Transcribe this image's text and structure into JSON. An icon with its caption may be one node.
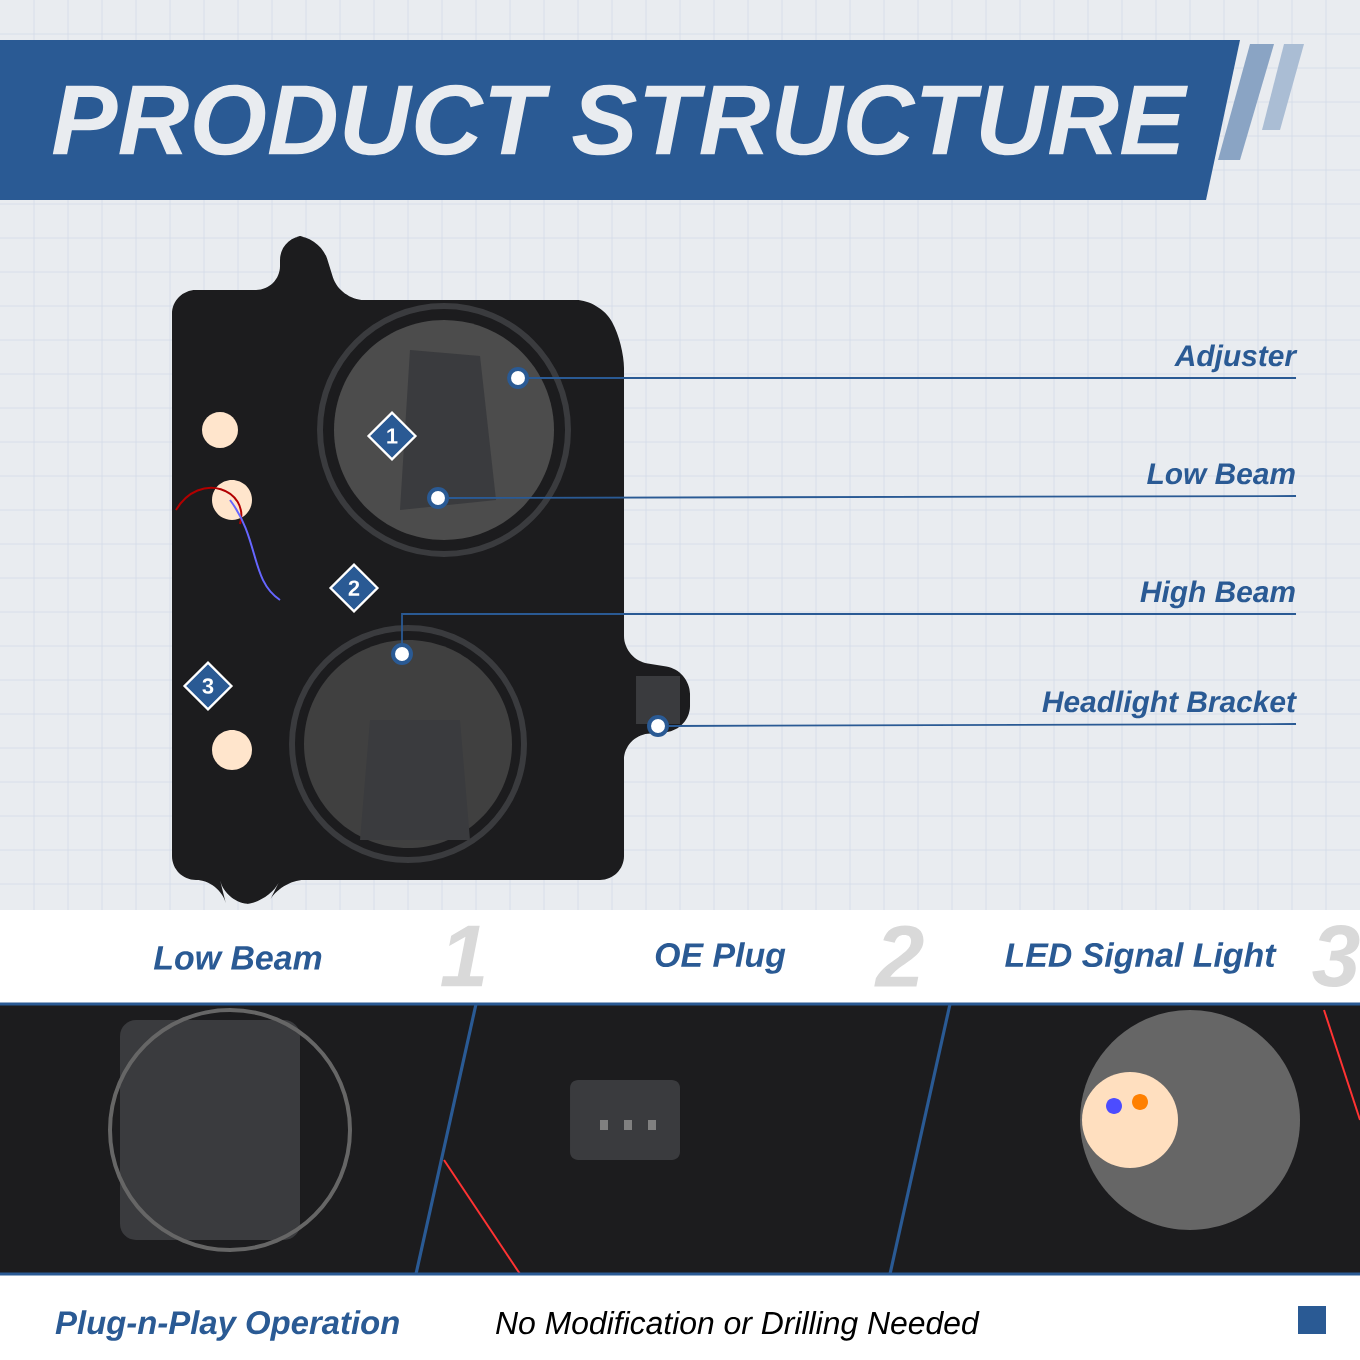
{
  "diagram": {
    "title": "PRODUCT STRUCTURE",
    "nodes": [
      {
        "text": [
          "Adjuster"
        ]
      },
      {
        "text": [],
        "shape": "circle"
      },
      {
        "text": [
          "Low Beam"
        ]
      },
      {
        "text": [],
        "shape": "circle"
      },
      {
        "text": [
          "High Beam"
        ]
      },
      {
        "text": [],
        "shape": "circle"
      },
      {
        "text": [
          "Headlight Bracket"
        ]
      },
      {
        "text": [],
        "shape": "circle"
      },
      {
        "text": [
          "1"
        ]
      },
      {
        "text": [
          "2"
        ]
      },
      {
        "text": [
          "3"
        ]
      }
    ],
    "edges": [
      {
        "from": 0,
        "to": 1,
        "arrow": "none"
      },
      {
        "from": 2,
        "to": 3,
        "arrow": "none"
      },
      {
        "from": 4,
        "to": 5,
        "arrow": "none"
      },
      {
        "from": 6,
        "to": 7,
        "arrow": "none"
      }
    ],
    "labels": [
      "Low Beam",
      "1",
      "OE Plug",
      "2",
      "LED Signal Light",
      "3",
      "Plug-n-Play Operation",
      "No Modification or Drilling Needed"
    ]
  }
}
